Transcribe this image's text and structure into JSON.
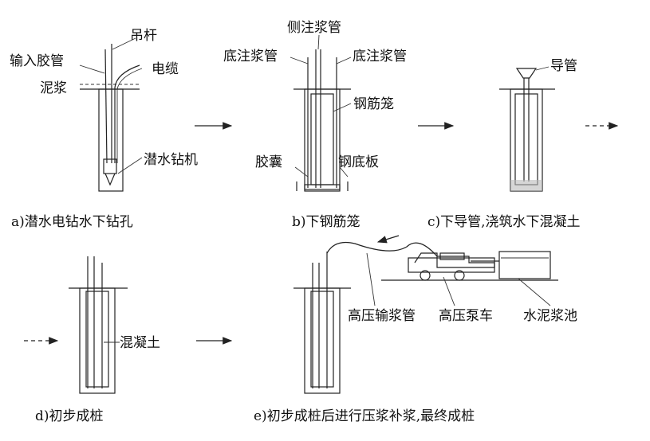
{
  "steps": {
    "a": {
      "caption": "a)潜水电钻水下钻孔",
      "labels": {
        "hose": "输入胶管",
        "rod": "吊杆",
        "cable": "电缆",
        "mud": "泥浆",
        "drill": "潜水钻机"
      }
    },
    "b": {
      "caption": "b)下钢筋笼",
      "labels": {
        "side_pipe": "侧注浆管",
        "bottom_pipe_left": "底注浆管",
        "bottom_pipe_right": "底注浆管",
        "cage": "钢筋笼",
        "bladder": "胶囊",
        "plate": "钢底板"
      }
    },
    "c": {
      "caption": "c)下导管,浇筑水下混凝土",
      "labels": {
        "tremie": "导管"
      }
    },
    "d": {
      "caption": "d)初步成桩",
      "labels": {
        "concrete": "混凝土"
      }
    },
    "e": {
      "caption": "e)初步成桩后进行压浆补浆,最终成桩",
      "labels": {
        "hp_pipe": "高压输浆管",
        "pump_truck": "高压泵车",
        "slurry_tank": "水泥浆池"
      }
    }
  }
}
